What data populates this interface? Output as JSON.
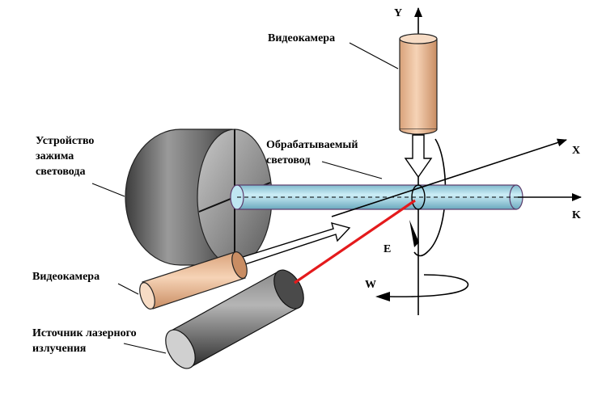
{
  "labels": {
    "camera_top": "Видеокамера",
    "clamp_line1": "Устройство",
    "clamp_line2": "зажима",
    "clamp_line3": "световода",
    "fiber_line1": "Обрабатываемый",
    "fiber_line2": "световод",
    "camera_bottom": "Видеокамера",
    "laser_line1": "Источник лазерного",
    "laser_line2": "излучения"
  },
  "axes": {
    "y": "Y",
    "x": "X",
    "k": "K",
    "e": "E",
    "w": "W"
  },
  "colors": {
    "camera": "#f1c29f",
    "fiber": "#a9d8e6",
    "laser_beam": "#e41a1c",
    "clamp_dark": "#555555",
    "laser_source": "#666666"
  }
}
